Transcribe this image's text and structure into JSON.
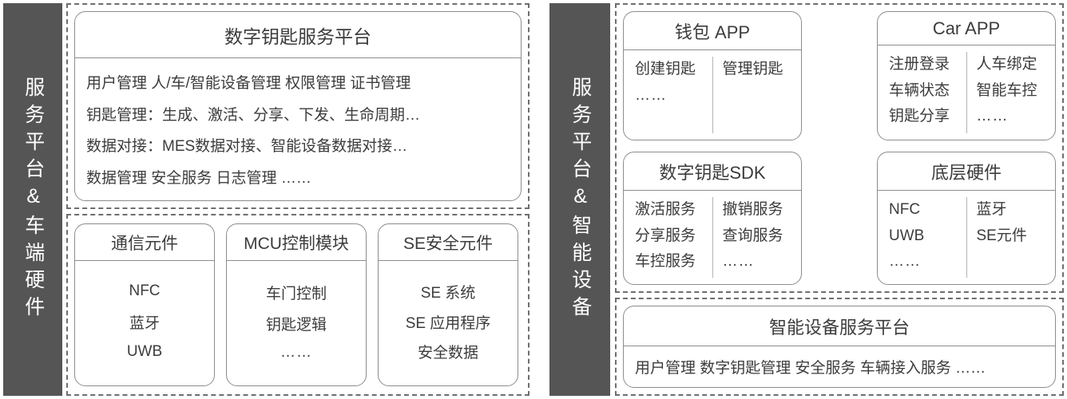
{
  "rails": {
    "left": {
      "label": "服务平台&车端硬件"
    },
    "right": {
      "label": "服务平台&智能设备"
    }
  },
  "left_panel": {
    "platform_group": {
      "card": {
        "title": "数字钥匙服务平台",
        "lines": [
          "用户管理    人/车/智能设备管理    权限管理    证书管理",
          "钥匙管理：生成、激活、分享、下发、生命周期…",
          "数据对接：MES数据对接、智能设备数据对接…",
          "数据管理    安全服务    日志管理    ……"
        ]
      }
    },
    "vehicle_group": {
      "cards": [
        {
          "title": "通信元件",
          "items": [
            "NFC",
            "蓝牙",
            "UWB"
          ]
        },
        {
          "title": "MCU控制模块",
          "items": [
            "车门控制",
            "钥匙逻辑",
            "……"
          ]
        },
        {
          "title": "SE安全元件",
          "items": [
            "SE 系统",
            "SE 应用程序",
            "安全数据"
          ]
        }
      ]
    }
  },
  "right_panel": {
    "device_group": {
      "cards": [
        {
          "title": "钱包 APP",
          "left_items": [
            "创建钥匙",
            "……"
          ],
          "right_items": [
            "管理钥匙"
          ]
        },
        {
          "title": "Car APP",
          "left_items": [
            "注册登录",
            "车辆状态",
            "钥匙分享"
          ],
          "right_items": [
            "人车绑定",
            "智能车控",
            "……"
          ]
        },
        {
          "title": "数字钥匙SDK",
          "left_items": [
            "激活服务",
            "分享服务",
            "车控服务"
          ],
          "right_items": [
            "撤销服务",
            "查询服务",
            "……"
          ]
        },
        {
          "title": "底层硬件",
          "left_items": [
            "NFC",
            "UWB",
            "……"
          ],
          "right_items": [
            "蓝牙",
            "SE元件"
          ]
        }
      ]
    },
    "device_platform_group": {
      "card": {
        "title": "智能设备服务平台",
        "lines": [
          "用户管理    数字钥匙管理    安全服务    车辆接入服务     ……"
        ]
      }
    }
  },
  "colors": {
    "rail_background": "#555555",
    "rail_text": "#ffffff",
    "card_border": "#8d8d8d",
    "dashed_border": "#6e6e6e",
    "text": "#3c3c3c",
    "divider": "#b4b4b4"
  }
}
